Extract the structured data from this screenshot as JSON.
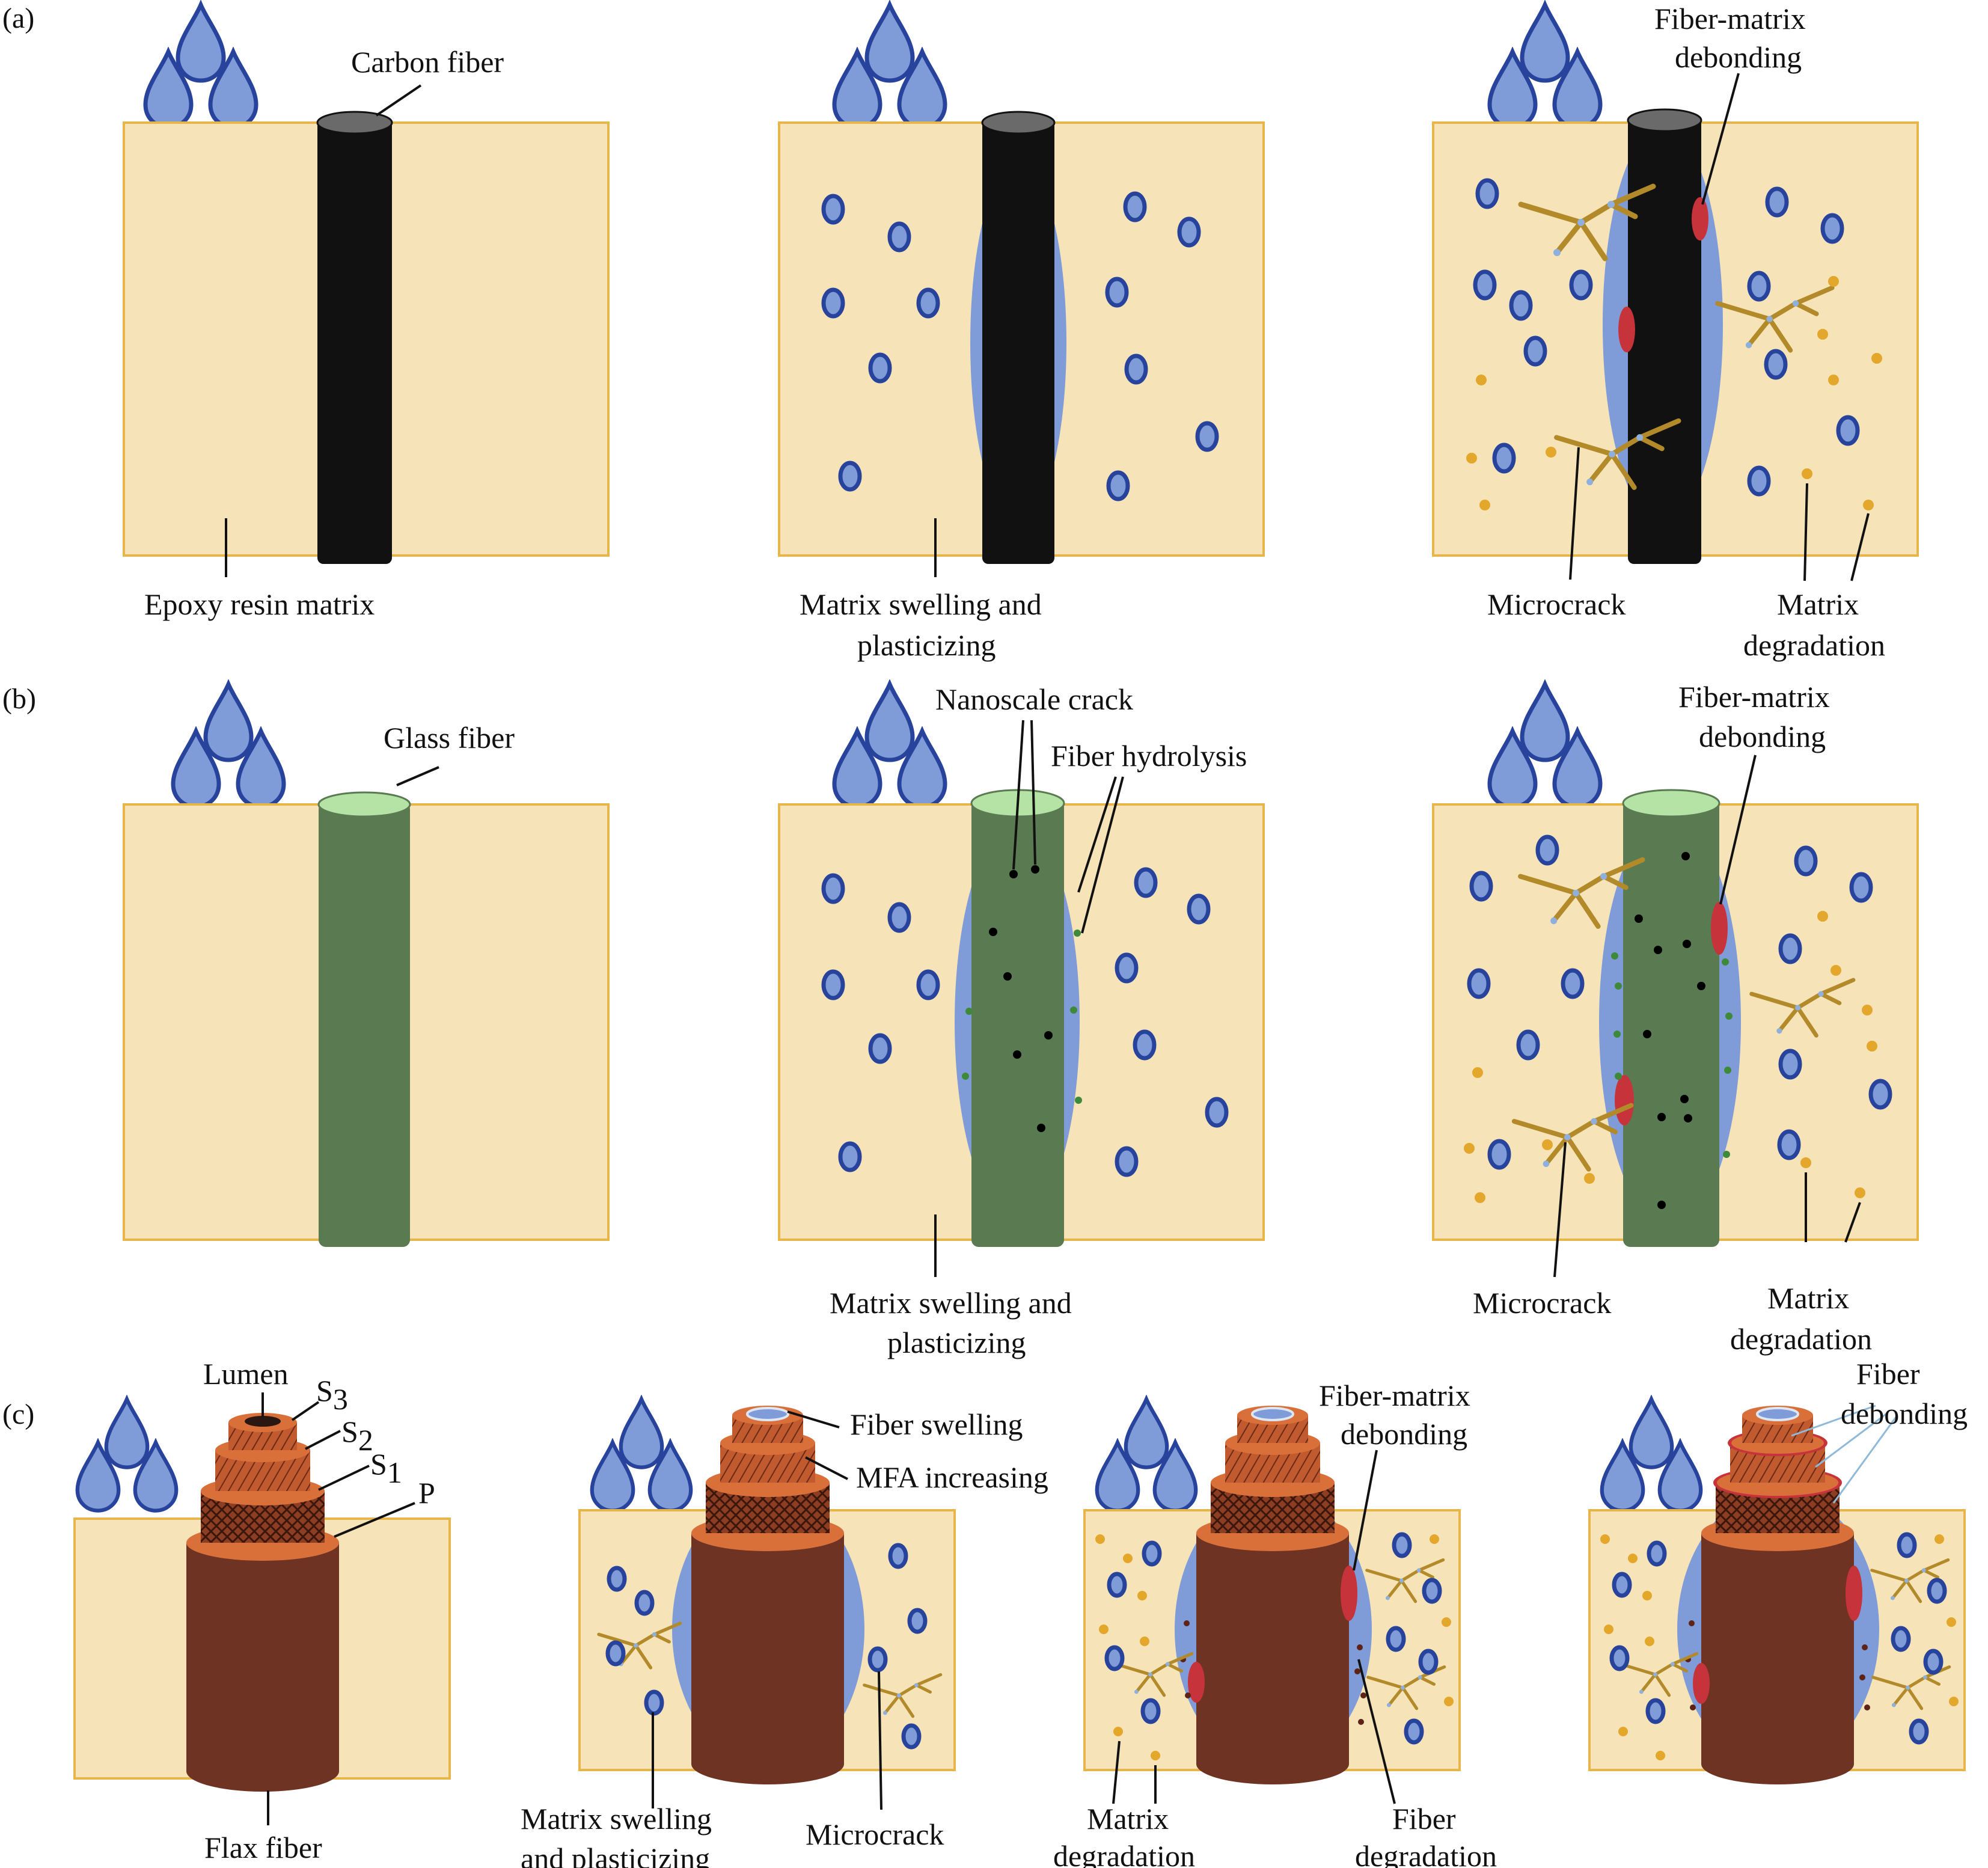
{
  "panels": {
    "a": "(a)",
    "b": "(b)",
    "c": "(c)"
  },
  "labels": {
    "carbon_fiber": "Carbon fiber",
    "epoxy_resin_matrix": "Epoxy resin matrix",
    "matrix_swelling_line1": "Matrix swelling and",
    "matrix_swelling_line2": "plasticizing",
    "fiber_matrix_line1": "Fiber-matrix",
    "fiber_matrix_line2": "debonding",
    "microcrack": "Microcrack",
    "matrix_degradation_line1": "Matrix",
    "matrix_degradation_line2": "degradation",
    "glass_fiber": "Glass fiber",
    "nanoscale_crack": "Nanoscale crack",
    "fiber_hydrolysis": "Fiber hydrolysis",
    "lumen": "Lumen",
    "s3": "S",
    "s3_sub": "3",
    "s2": "S",
    "s2_sub": "2",
    "s1": "S",
    "s1_sub": "1",
    "p": "P",
    "flax_fiber": "Flax fiber",
    "fiber_swelling": "Fiber swelling",
    "mfa_increasing": "MFA increasing",
    "matrix_swelling_c_line1": "Matrix swelling",
    "matrix_swelling_c_line2": "and plasticizing",
    "fiber_degradation_line1": "Fiber",
    "fiber_degradation_line2": "degradation",
    "fiber_debonding_line1": "Fiber",
    "fiber_debonding_line2": "debonding"
  },
  "colors": {
    "matrix_fill": "#f6e4b8",
    "matrix_border": "#e7b64a",
    "water": "#7f9cd8",
    "water_outline": "#27439c",
    "carbon_fiber": "#111111",
    "glass_fiber": "#5a7a52",
    "flax_fiber": "#6e3322",
    "debonding": "#c7333b",
    "microcrack": "#b38a2a",
    "degradation_particles": "#e3a72b"
  }
}
